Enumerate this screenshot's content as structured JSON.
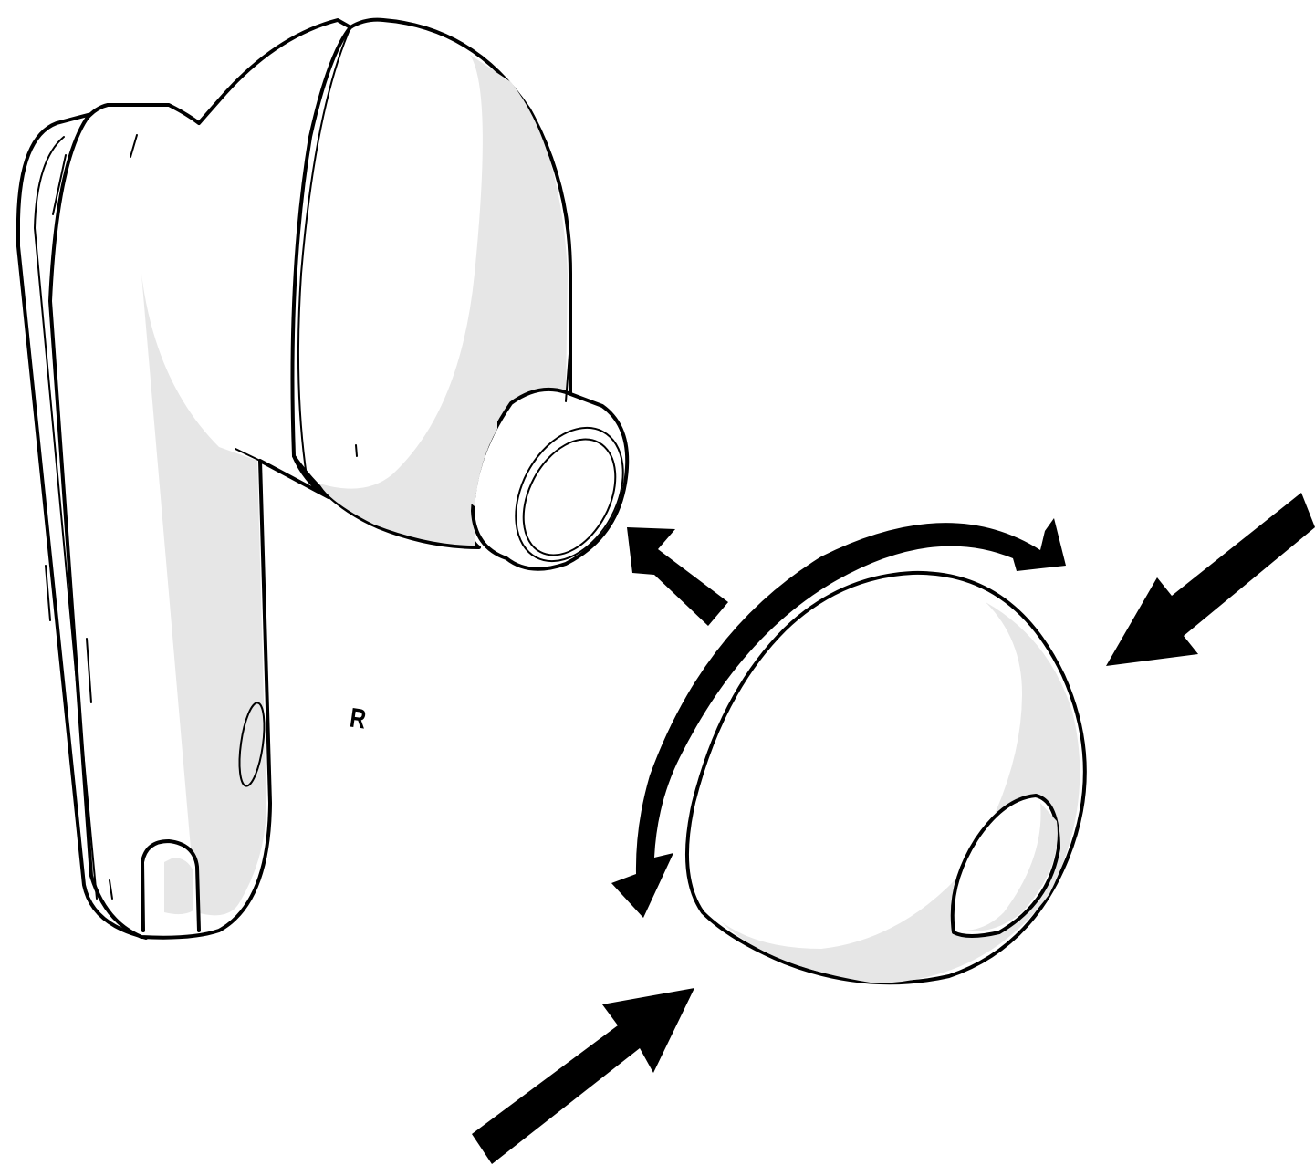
{
  "figure": {
    "kind": "line-drawing",
    "subject": "earbud-eartip-replacement",
    "side_marker": "R"
  },
  "colors": {
    "line": "#000000",
    "fill": "#ffffff",
    "shade": "#e6e6e6",
    "arrow": "#000000"
  }
}
